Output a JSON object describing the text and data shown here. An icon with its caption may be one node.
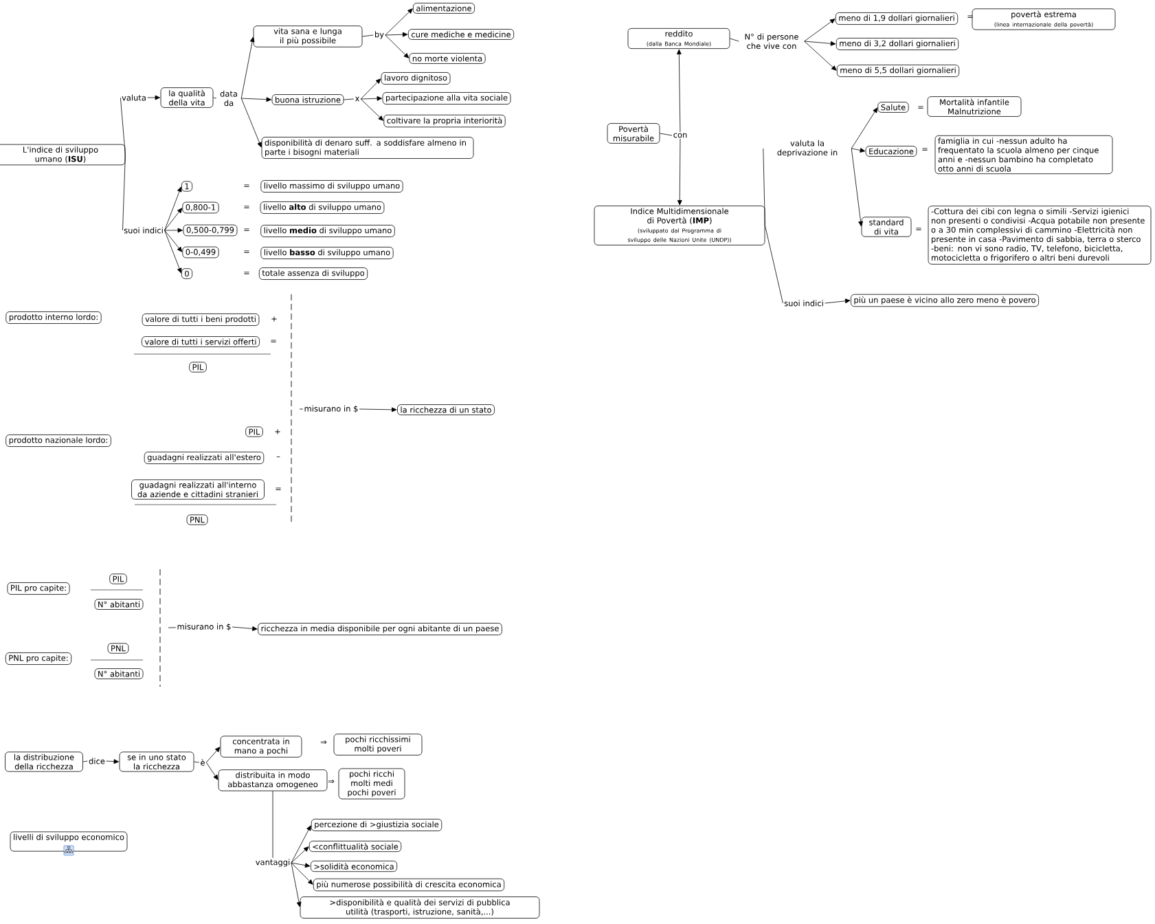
{
  "diagram": {
    "nodes": [
      {
        "text": [
          "L'indice di sviluppo umano (**ISU**)"
        ]
      },
      {
        "text": [
          "valuta"
        ]
      },
      {
        "text": [
          "la qualità della vita"
        ]
      },
      {
        "text": [
          "data da"
        ]
      },
      {
        "text": [
          "vita sana e lunga il più possibile"
        ]
      },
      {
        "text": [
          "by"
        ]
      },
      {
        "text": [
          "alimentazione"
        ]
      },
      {
        "text": [
          "cure mediche e medicine"
        ]
      },
      {
        "text": [
          "no morte violenta"
        ]
      },
      {
        "text": [
          "buona istruzione"
        ]
      },
      {
        "text": [
          "x"
        ]
      },
      {
        "text": [
          "lavoro dignitoso"
        ]
      },
      {
        "text": [
          "partecipazione alla vita sociale"
        ]
      },
      {
        "text": [
          "coltivare la propria interiorità"
        ]
      },
      {
        "text": [
          "disponibilità di denaro suff. a soddisfare almeno in parte i bisogni materiali"
        ]
      },
      {
        "text": [
          "suoi indici"
        ]
      },
      {
        "text": [
          "1"
        ]
      },
      {
        "text": [
          "0,800-1"
        ]
      },
      {
        "text": [
          "0,500-0,799"
        ]
      },
      {
        "text": [
          "0-0,499"
        ]
      },
      {
        "text": [
          "0"
        ]
      },
      {
        "text": [
          "livello massimo di sviluppo umano"
        ]
      },
      {
        "text": [
          "livello **alto** di sviluppo umano"
        ]
      },
      {
        "text": [
          "livello **medio** di sviluppo umano"
        ]
      },
      {
        "text": [
          "livello **basso** di sviluppo umano"
        ]
      },
      {
        "text": [
          "totale assenza di sviluppo"
        ]
      },
      {
        "text": [
          "prodotto interno lordo:"
        ]
      },
      {
        "text": [
          "valore di tutti i beni prodotti"
        ]
      },
      {
        "text": [
          "valore di tutti i servizi offerti"
        ]
      },
      {
        "text": [
          "PIL"
        ]
      },
      {
        "text": [
          "misurano in $"
        ]
      },
      {
        "text": [
          "la ricchezza di un stato"
        ]
      },
      {
        "text": [
          "prodotto nazionale lordo:"
        ]
      },
      {
        "text": [
          "PIL"
        ]
      },
      {
        "text": [
          "guadagni realizzati all'estero"
        ]
      },
      {
        "text": [
          "guadagni realizzati all'interno da aziende e cittadini stranieri"
        ]
      },
      {
        "text": [
          "PNL"
        ]
      },
      {
        "text": [
          "PIL pro capite:"
        ]
      },
      {
        "text": [
          "PIL"
        ]
      },
      {
        "text": [
          "N° abitanti"
        ]
      },
      {
        "text": [
          "misurano in $"
        ]
      },
      {
        "text": [
          "ricchezza in media disponibile per ogni abitante di un paese"
        ]
      },
      {
        "text": [
          "PNL pro capite:"
        ]
      },
      {
        "text": [
          "PNL"
        ]
      },
      {
        "text": [
          "N° abitanti"
        ]
      },
      {
        "text": [
          "la distribuzione della ricchezza"
        ]
      },
      {
        "text": [
          "dice"
        ]
      },
      {
        "text": [
          "se in uno stato la ricchezza"
        ]
      },
      {
        "text": [
          "è"
        ]
      },
      {
        "text": [
          "concentrata in mano a pochi"
        ]
      },
      {
        "text": [
          "pochi ricchissimi molti poveri"
        ]
      },
      {
        "text": [
          "distribuita in modo abbastanza omogeneo"
        ]
      },
      {
        "text": [
          "pochi ricchi molti medi pochi poveri"
        ]
      },
      {
        "text": [
          "vantaggi"
        ]
      },
      {
        "text": [
          "percezione di >giustizia sociale"
        ]
      },
      {
        "text": [
          "<conflittualità sociale"
        ]
      },
      {
        "text": [
          ">solidità economica"
        ]
      },
      {
        "text": [
          "più numerose possibilità di crescita economica"
        ]
      },
      {
        "text": [
          ">disponibilità e qualità dei servizi di pubblica utilità (trasporti, istruzione, sanità,...)"
        ]
      },
      {
        "text": [
          "livelli di sviluppo economico"
        ]
      },
      {
        "text": [
          "reddito",
          "(dalla Banca Mondiale)"
        ]
      },
      {
        "text": [
          "N° di persone che vive con"
        ]
      },
      {
        "text": [
          "meno di 1,9 dollari giornalieri"
        ]
      },
      {
        "text": [
          "povertà estrema",
          "(linea internazionale della povertà)"
        ]
      },
      {
        "text": [
          "meno di 3,2 dollari giornalieri"
        ]
      },
      {
        "text": [
          "meno di 5,5 dollari giornalieri"
        ]
      },
      {
        "text": [
          "Povertà misurabile"
        ]
      },
      {
        "text": [
          "con"
        ]
      },
      {
        "text": [
          "Indice Multidimensionale di Povertà (**IMP**)",
          "(sviluppato dal Programma di sviluppo delle Nazioni Unite (UNDP))"
        ]
      },
      {
        "text": [
          "valuta la deprivazione in"
        ]
      },
      {
        "text": [
          "Salute"
        ]
      },
      {
        "text": [
          "Mortalità infantile Malnutrizione"
        ]
      },
      {
        "text": [
          "Educazione"
        ]
      },
      {
        "text": [
          "famiglia in cui -nessun adulto ha frequentato la scuola almeno per cinque anni e -nessun bambino ha completato otto anni di scuola"
        ]
      },
      {
        "text": [
          "standard di vita"
        ]
      },
      {
        "text": [
          "-Cottura dei cibi con legna o simili -Servizi igienici non presenti o condivisi -Acqua potabile non presente o a 30 min complessivi di cammino -Elettricità non presente in casa -Pavimento di sabbia, terra o sterco -beni: non vi sono radio, TV, telefono, bicicletta, motocicletta o frigorifero o altri beni durevoli"
        ]
      },
      {
        "text": [
          "suoi indici"
        ]
      },
      {
        "text": [
          "più un paese è vicino allo zero meno è povero"
        ]
      }
    ],
    "edges": [
      {
        "from": 0,
        "to": 1,
        "arrow": "none"
      },
      {
        "from": 1,
        "to": 2,
        "arrow": "to"
      },
      {
        "from": 2,
        "to": 3,
        "arrow": "none"
      },
      {
        "from": 3,
        "to": 4,
        "arrow": "to"
      },
      {
        "from": 3,
        "to": 9,
        "arrow": "to"
      },
      {
        "from": 3,
        "to": 14,
        "arrow": "to"
      },
      {
        "from": 4,
        "to": 5,
        "arrow": "none"
      },
      {
        "from": 5,
        "to": 6,
        "arrow": "to"
      },
      {
        "from": 5,
        "to": 7,
        "arrow": "to"
      },
      {
        "from": 5,
        "to": 8,
        "arrow": "to"
      },
      {
        "from": 9,
        "to": 10,
        "arrow": "none"
      },
      {
        "from": 10,
        "to": 11,
        "arrow": "to"
      },
      {
        "from": 10,
        "to": 12,
        "arrow": "to"
      },
      {
        "from": 10,
        "to": 13,
        "arrow": "to"
      },
      {
        "from": 0,
        "to": 15,
        "arrow": "none"
      },
      {
        "from": 15,
        "to": 16,
        "arrow": "to"
      },
      {
        "from": 15,
        "to": 17,
        "arrow": "to"
      },
      {
        "from": 15,
        "to": 18,
        "arrow": "to"
      },
      {
        "from": 15,
        "to": 19,
        "arrow": "to"
      },
      {
        "from": 15,
        "to": 20,
        "arrow": "to"
      },
      {
        "from": null,
        "to": 30,
        "arrow": "none"
      },
      {
        "from": 30,
        "to": 31,
        "arrow": "to"
      },
      {
        "from": null,
        "to": 40,
        "arrow": "none"
      },
      {
        "from": 40,
        "to": 41,
        "arrow": "to"
      },
      {
        "from": 45,
        "to": 46,
        "arrow": "none"
      },
      {
        "from": 46,
        "to": 47,
        "arrow": "to"
      },
      {
        "from": 47,
        "to": 48,
        "arrow": "none"
      },
      {
        "from": 48,
        "to": 49,
        "arrow": "to"
      },
      {
        "from": 48,
        "to": 51,
        "arrow": "to"
      },
      {
        "from": 51,
        "to": 53,
        "arrow": "none"
      },
      {
        "from": 53,
        "to": 54,
        "arrow": "to"
      },
      {
        "from": 53,
        "to": 55,
        "arrow": "to"
      },
      {
        "from": 53,
        "to": 56,
        "arrow": "to"
      },
      {
        "from": 53,
        "to": 57,
        "arrow": "to"
      },
      {
        "from": 53,
        "to": 58,
        "arrow": "to"
      },
      {
        "from": 60,
        "to": 61,
        "arrow": "none"
      },
      {
        "from": 61,
        "to": 62,
        "arrow": "to"
      },
      {
        "from": 61,
        "to": 64,
        "arrow": "to"
      },
      {
        "from": 61,
        "to": 65,
        "arrow": "to"
      },
      {
        "from": 66,
        "to": 67,
        "arrow": "none"
      },
      {
        "from": 67,
        "to": 60,
        "arrow": "to"
      },
      {
        "from": 67,
        "to": 68,
        "arrow": "to"
      },
      {
        "from": 68,
        "to": 69,
        "arrow": "none"
      },
      {
        "from": 69,
        "to": 70,
        "arrow": "to"
      },
      {
        "from": 69,
        "to": 72,
        "arrow": "to"
      },
      {
        "from": 69,
        "to": 74,
        "arrow": "to"
      },
      {
        "from": 68,
        "to": 76,
        "arrow": "none"
      },
      {
        "from": 76,
        "to": 77,
        "arrow": "to"
      }
    ],
    "labels": [
      "=",
      "=",
      "=",
      "=",
      "=",
      "+",
      "=",
      "+",
      "–",
      "=",
      "⇒",
      "⇒",
      "=",
      "=",
      "=",
      "="
    ]
  }
}
